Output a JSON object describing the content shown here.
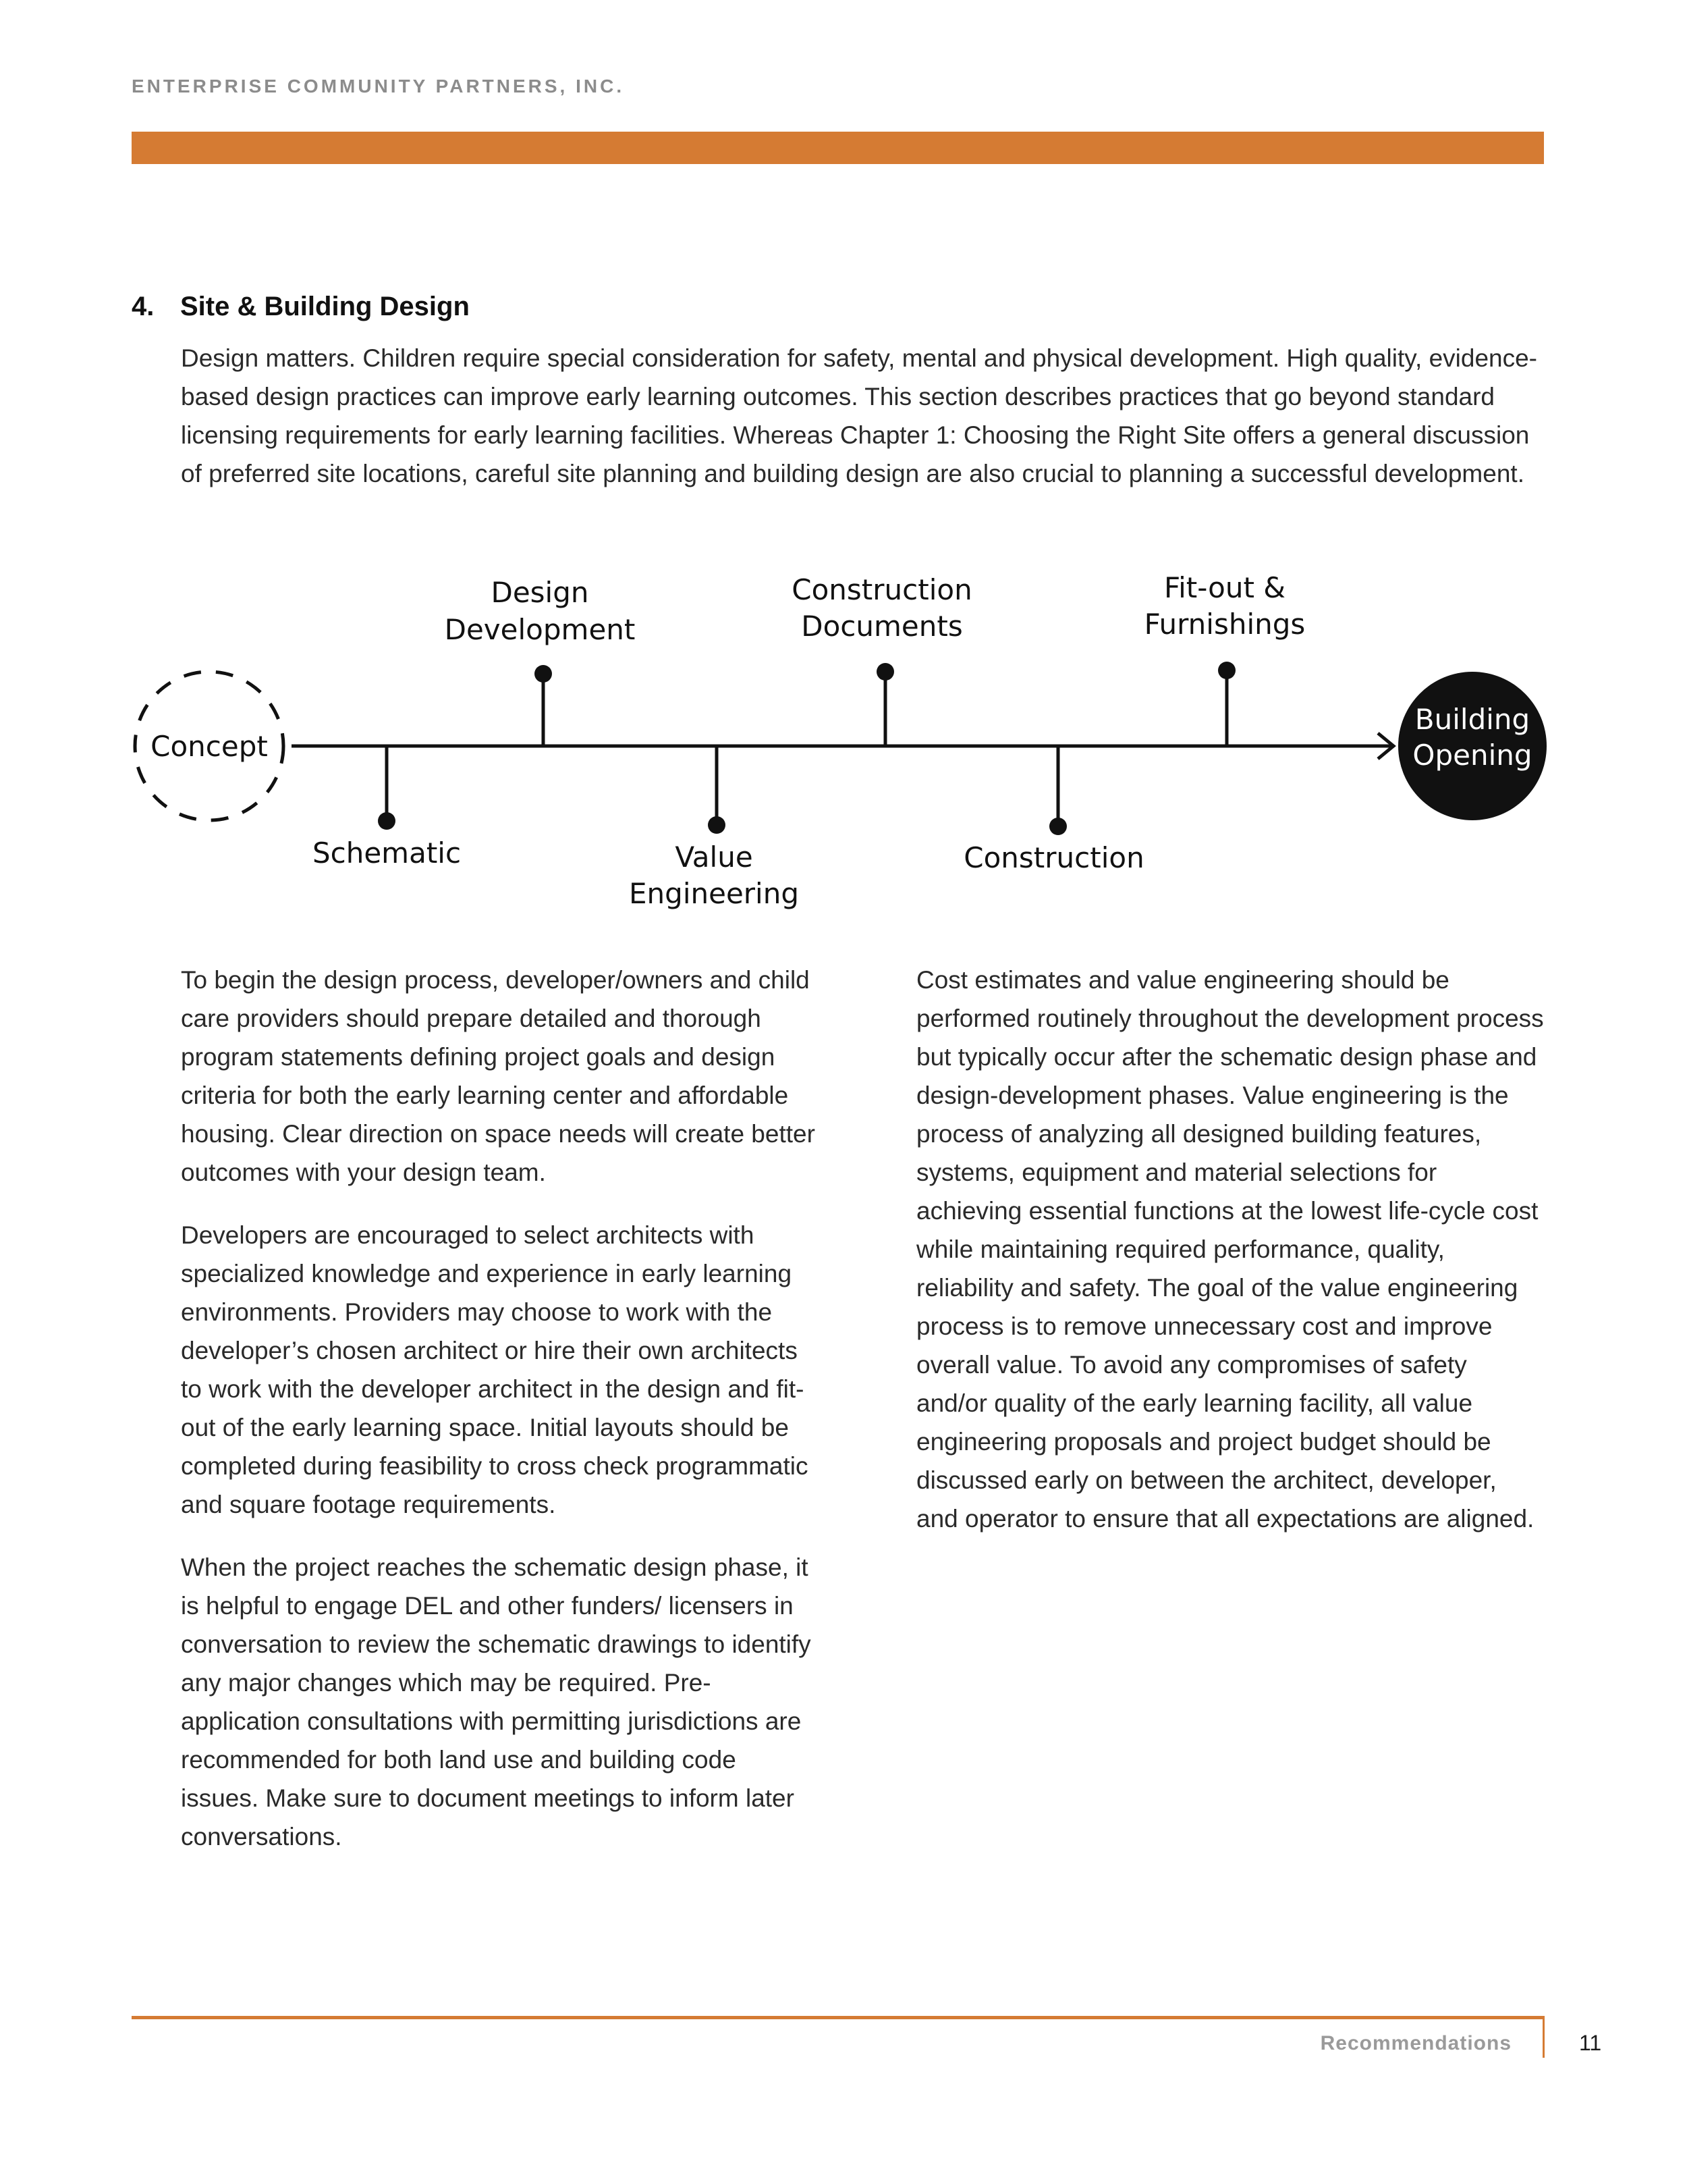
{
  "header": {
    "organization": "ENTERPRISE COMMUNITY PARTNERS, INC.",
    "accent_color": "#d57b33"
  },
  "section": {
    "number": "4.",
    "title": "Site & Building Design",
    "intro": "Design matters. Children require special consideration for safety, mental and physical development. High quality, evidence-based design practices can improve early learning outcomes. This section describes practices that go beyond standard licensing requirements for early learning facilities. Whereas Chapter 1: Choosing the Right Site offers a general discussion of preferred site locations, careful site planning and building design are also crucial to planning a successful development."
  },
  "timeline": {
    "start": "Concept",
    "end": [
      "Building",
      "Opening"
    ],
    "milestones_above": [
      [
        "Design",
        "Development"
      ],
      [
        "Construction",
        "Documents"
      ],
      [
        "Fit-out &",
        "Furnishings"
      ]
    ],
    "milestones_below": [
      [
        "Schematic"
      ],
      [
        "Value",
        "Engineering"
      ],
      [
        "Construction"
      ]
    ]
  },
  "body": {
    "left": [
      "To begin the design process, developer/owners and child care providers should prepare detailed and thorough program statements defining project goals and design criteria for both the early learning center and affordable housing. Clear direction on space needs will create better outcomes with your design team.",
      "Developers are encouraged to select architects with specialized knowledge and experience in early learning environments. Providers may choose to work with the developer’s chosen architect or hire their own architects to work with the developer architect in the design and fit-out of the early learning space. Initial layouts should be completed during feasibility to cross check programmatic and square footage requirements.",
      "When the project reaches the schematic design phase, it is helpful to engage DEL and other funders/ licensers in conversation to review the schematic drawings to identify any major changes which may be required. Pre-application consultations with permitting jurisdictions are recommended for both land use and building code issues. Make sure to document meetings to inform later conversations."
    ],
    "right": [
      "Cost estimates and value engineering should be performed routinely throughout the development process but typically occur after the schematic design phase and design-development phases. Value engineering is the process of analyzing all designed building features, systems, equipment and material selections for achieving essential functions at the lowest life-cycle cost while maintaining required performance, quality, reliability and safety. The goal of the value engineering process is to remove unnecessary cost and improve overall value. To avoid any compromises of safety and/or quality of the early learning facility, all value engineering proposals and project budget should be discussed early on between the architect, developer, and operator to ensure that all expectations are aligned."
    ]
  },
  "footer": {
    "section_name": "Recommendations",
    "page_number": "11"
  }
}
